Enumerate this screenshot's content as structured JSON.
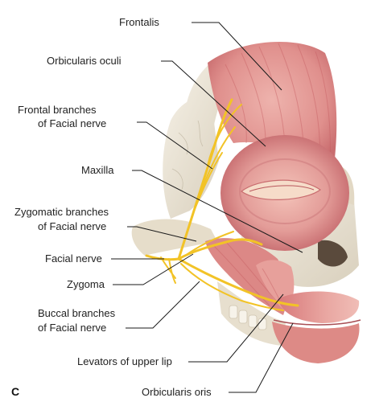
{
  "panel_letter": "C",
  "labels": {
    "frontalis": "Frontalis",
    "orbicularis_oculi": "Orbicularis oculi",
    "frontal_branches_line1": "Frontal branches",
    "frontal_branches_line2": "of Facial nerve",
    "maxilla": "Maxilla",
    "zygomatic_branches_line1": "Zygomatic branches",
    "zygomatic_branches_line2": "of Facial nerve",
    "facial_nerve": "Facial nerve",
    "zygoma": "Zygoma",
    "buccal_branches_line1": "Buccal branches",
    "buccal_branches_line2": "of Facial nerve",
    "levators_upper_lip": "Levators of upper lip",
    "orbicularis_oris": "Orbicularis oris"
  },
  "colors": {
    "muscle": "#e39a96",
    "muscle_dark": "#c9686b",
    "bone": "#ece5d6",
    "nerve": "#f2c327",
    "leader": "#1a1a1a",
    "text": "#222222"
  }
}
